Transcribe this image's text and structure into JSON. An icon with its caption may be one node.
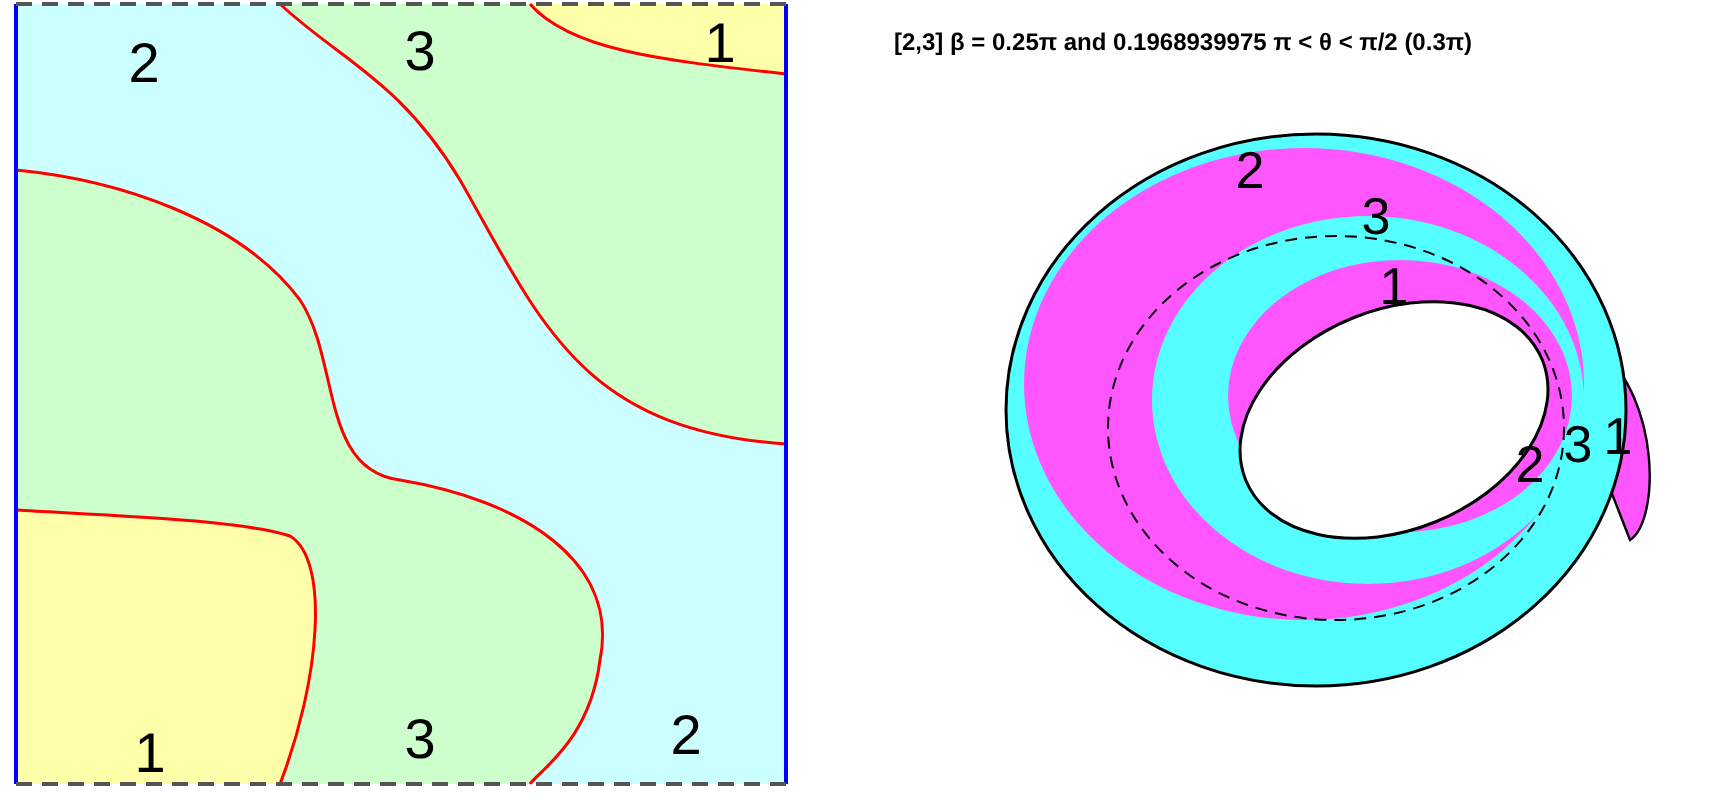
{
  "diagram": {
    "title": "[2,3]  β = 0.25π and 0.1968939975 π < θ < π/2  (0.3π)",
    "labels": [
      "2",
      "3",
      "1",
      "1",
      "3",
      "2",
      "2",
      "3",
      "1",
      "2",
      "3",
      "1"
    ]
  }
}
